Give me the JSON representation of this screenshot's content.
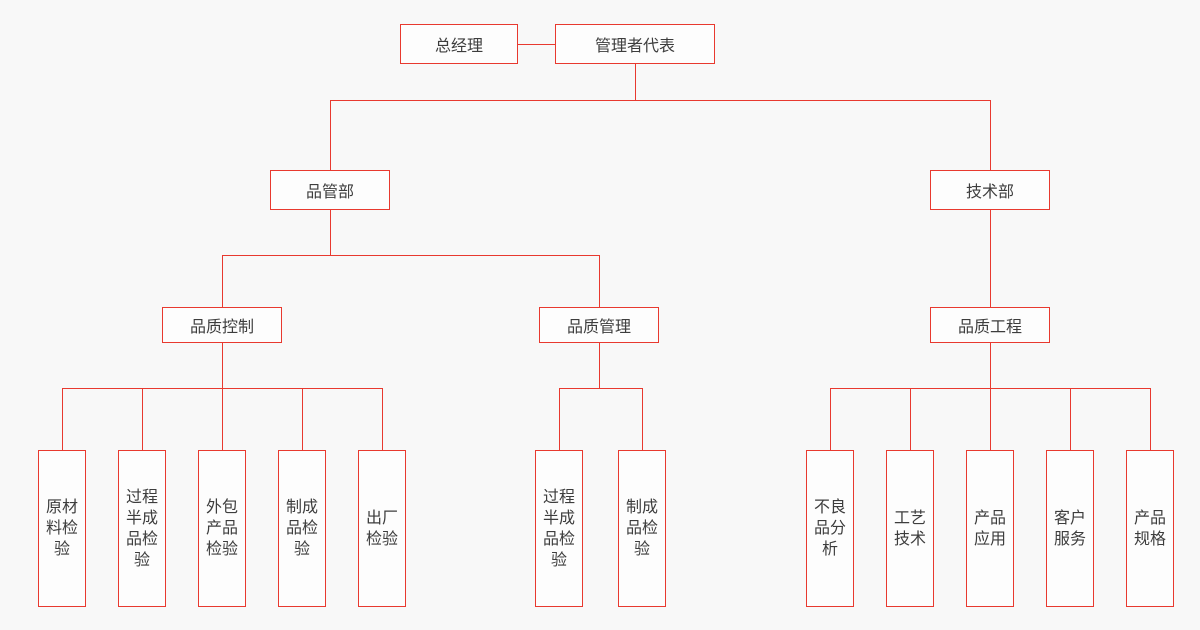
{
  "page": {
    "background": "#f8f8f8",
    "box_fill": "#fdfdfd",
    "accent": "#e8392f",
    "text_color": "#3d3d3d"
  },
  "nodes": {
    "general_manager": {
      "label": "总经理"
    },
    "management_representative": {
      "label": "管理者代表"
    },
    "quality_dept": {
      "label": "品管部"
    },
    "tech_dept": {
      "label": "技术部"
    },
    "quality_control": {
      "label": "品质控制"
    },
    "quality_management": {
      "label": "品质管理"
    },
    "quality_engineering": {
      "label": "品质工程"
    },
    "quality_control_children": [
      {
        "label": "原材料检验"
      },
      {
        "label": "过程半成品检验"
      },
      {
        "label": "外包产品检验"
      },
      {
        "label": "制成品检验"
      },
      {
        "label": "出厂检验"
      }
    ],
    "quality_management_children": [
      {
        "label": "过程半成品检验"
      },
      {
        "label": "制成品检验"
      }
    ],
    "quality_engineering_children": [
      {
        "label": "不良品分析"
      },
      {
        "label": "工艺技术"
      },
      {
        "label": "产品应用"
      },
      {
        "label": "客户服务"
      },
      {
        "label": "产品规格"
      }
    ]
  }
}
